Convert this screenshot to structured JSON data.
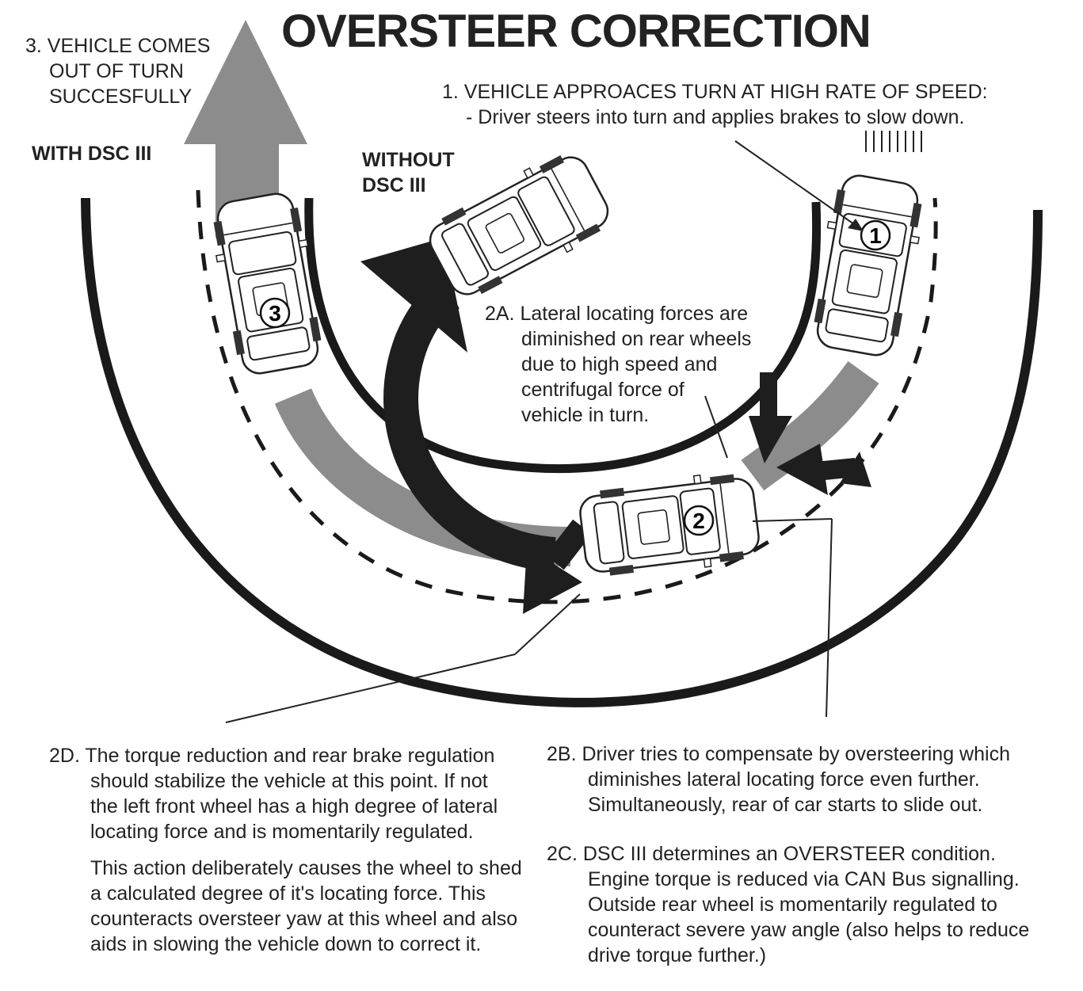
{
  "title": "OVERSTEER CORRECTION",
  "labels": {
    "with_dsc": "WITH DSC III",
    "without_dsc_line1": "WITHOUT",
    "without_dsc_line2": "DSC III"
  },
  "step3": {
    "line1": "3. VEHICLE COMES",
    "line2": "OUT OF TURN",
    "line3": "SUCCESFULLY"
  },
  "step1": {
    "line1": "1. VEHICLE APPROACES TURN AT HIGH RATE OF SPEED:",
    "line2": "- Driver steers into turn and applies brakes to slow down."
  },
  "step2a": {
    "line1": "2A. Lateral locating forces are",
    "line2": "diminished on rear wheels",
    "line3": "due to high speed and",
    "line4": "centrifugal force of",
    "line5": "vehicle in turn."
  },
  "step2b": {
    "line1": "2B. Driver tries to compensate by oversteering which",
    "line2": "diminishes lateral locating force even further.",
    "line3": "Simultaneously, rear of car starts to slide out."
  },
  "step2c": {
    "line1": "2C. DSC III determines an OVERSTEER condition.",
    "line2": "Engine torque is reduced via CAN Bus signalling.",
    "line3": "Outside rear wheel is momentarily regulated to",
    "line4": "counteract severe yaw angle (also helps to reduce",
    "line5": "drive torque further.)"
  },
  "step2d": {
    "line1": "2D. The torque reduction and rear brake regulation",
    "line2": "should stabilize the vehicle at this point. If not",
    "line3": "the left front wheel has a high degree of lateral",
    "line4": "locating force and is momentarily regulated.",
    "p2_line1": "This action deliberately causes the wheel to shed",
    "p2_line2": "a calculated degree of it's locating force. This",
    "p2_line3": "counteracts oversteer yaw at this wheel and also",
    "p2_line4": "aids in slowing the vehicle down to correct it."
  },
  "car_numbers": {
    "car1": "1",
    "car2": "2",
    "car3": "3"
  },
  "colors": {
    "road": "#1a1a1a",
    "path_gray": "#8c8c8c",
    "arrow_dark": "#1e1e1e",
    "car_fill": "#ffffff"
  }
}
